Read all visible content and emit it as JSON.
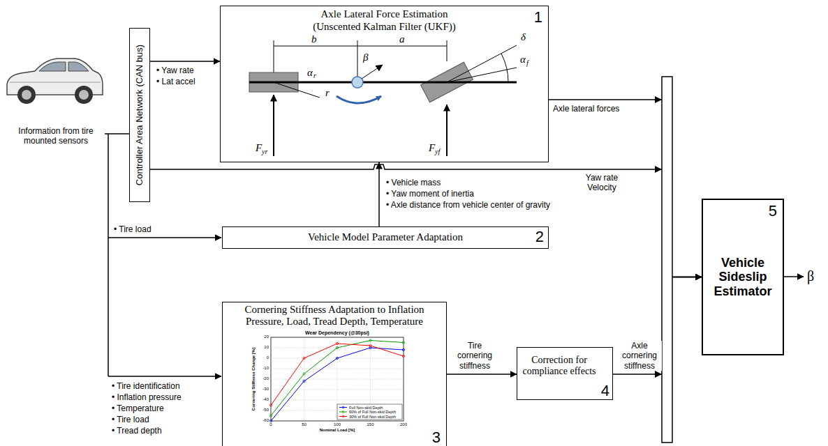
{
  "diagram": {
    "nodes": [
      {
        "text": [
          "Controller Area Network (CAN bus)"
        ]
      },
      {
        "text": [
          "Axle Lateral Force Estimation",
          "(Unscented Kalman Filter (UKF))",
          "1"
        ]
      },
      {
        "text": [
          "Vehicle Model Parameter Adaptation",
          "2"
        ]
      },
      {
        "text": [
          "Cornering Stiffness Adaptation to Inflation Pressure, Load, Tread Depth, Temperature",
          "3"
        ]
      },
      {
        "text": [
          "Correction for compliance effects",
          "4"
        ]
      },
      {
        "text": [
          "5",
          "Vehicle Sideslip Estimator"
        ]
      }
    ],
    "edges": [
      {
        "from": 0,
        "to": 1,
        "arrow": "to"
      },
      {
        "from": 2,
        "to": 1,
        "arrow": "to"
      },
      {
        "from": 1,
        "to": 5,
        "label": "Axle lateral forces",
        "arrow": "to"
      },
      {
        "from": 0,
        "to": 5,
        "label": "Yaw rate Velocity",
        "arrow": "to"
      },
      {
        "from": 3,
        "to": 4,
        "label": "Tire cornering stiffness",
        "arrow": "to"
      },
      {
        "from": 4,
        "to": 5,
        "label": "Axle cornering stiffness",
        "arrow": "to"
      }
    ],
    "labels": [
      "Information from tire mounted sensors",
      "• Yaw rate",
      "• Lat accel",
      "b",
      "a",
      "β",
      "α",
      "r",
      "r",
      "α",
      "f",
      "δ",
      "F",
      "yr",
      "F",
      "yf",
      "• Vehicle mass",
      "• Yaw moment of inertia",
      "• Axle distance from vehicle center of gravity",
      "• Tire load",
      "• Tire identification",
      "• Inflation pressure",
      "• Temperature",
      "• Tire load",
      "• Tread depth",
      "Wear Dependency (@30psi)",
      "Cornering Stiffness Change [%]",
      "Nominal Load [%]",
      "20",
      "10",
      "0",
      "-10",
      "-20",
      "-30",
      "-40",
      "-50",
      "-60",
      "0",
      "50",
      "100",
      "150",
      "200",
      "β"
    ],
    "legend": [
      {
        "text": "Full Non-skid Depth"
      },
      {
        "text": "60% of Full Non-skid Depth"
      },
      {
        "text": "30% of Full Non-skid Depth"
      }
    ]
  }
}
